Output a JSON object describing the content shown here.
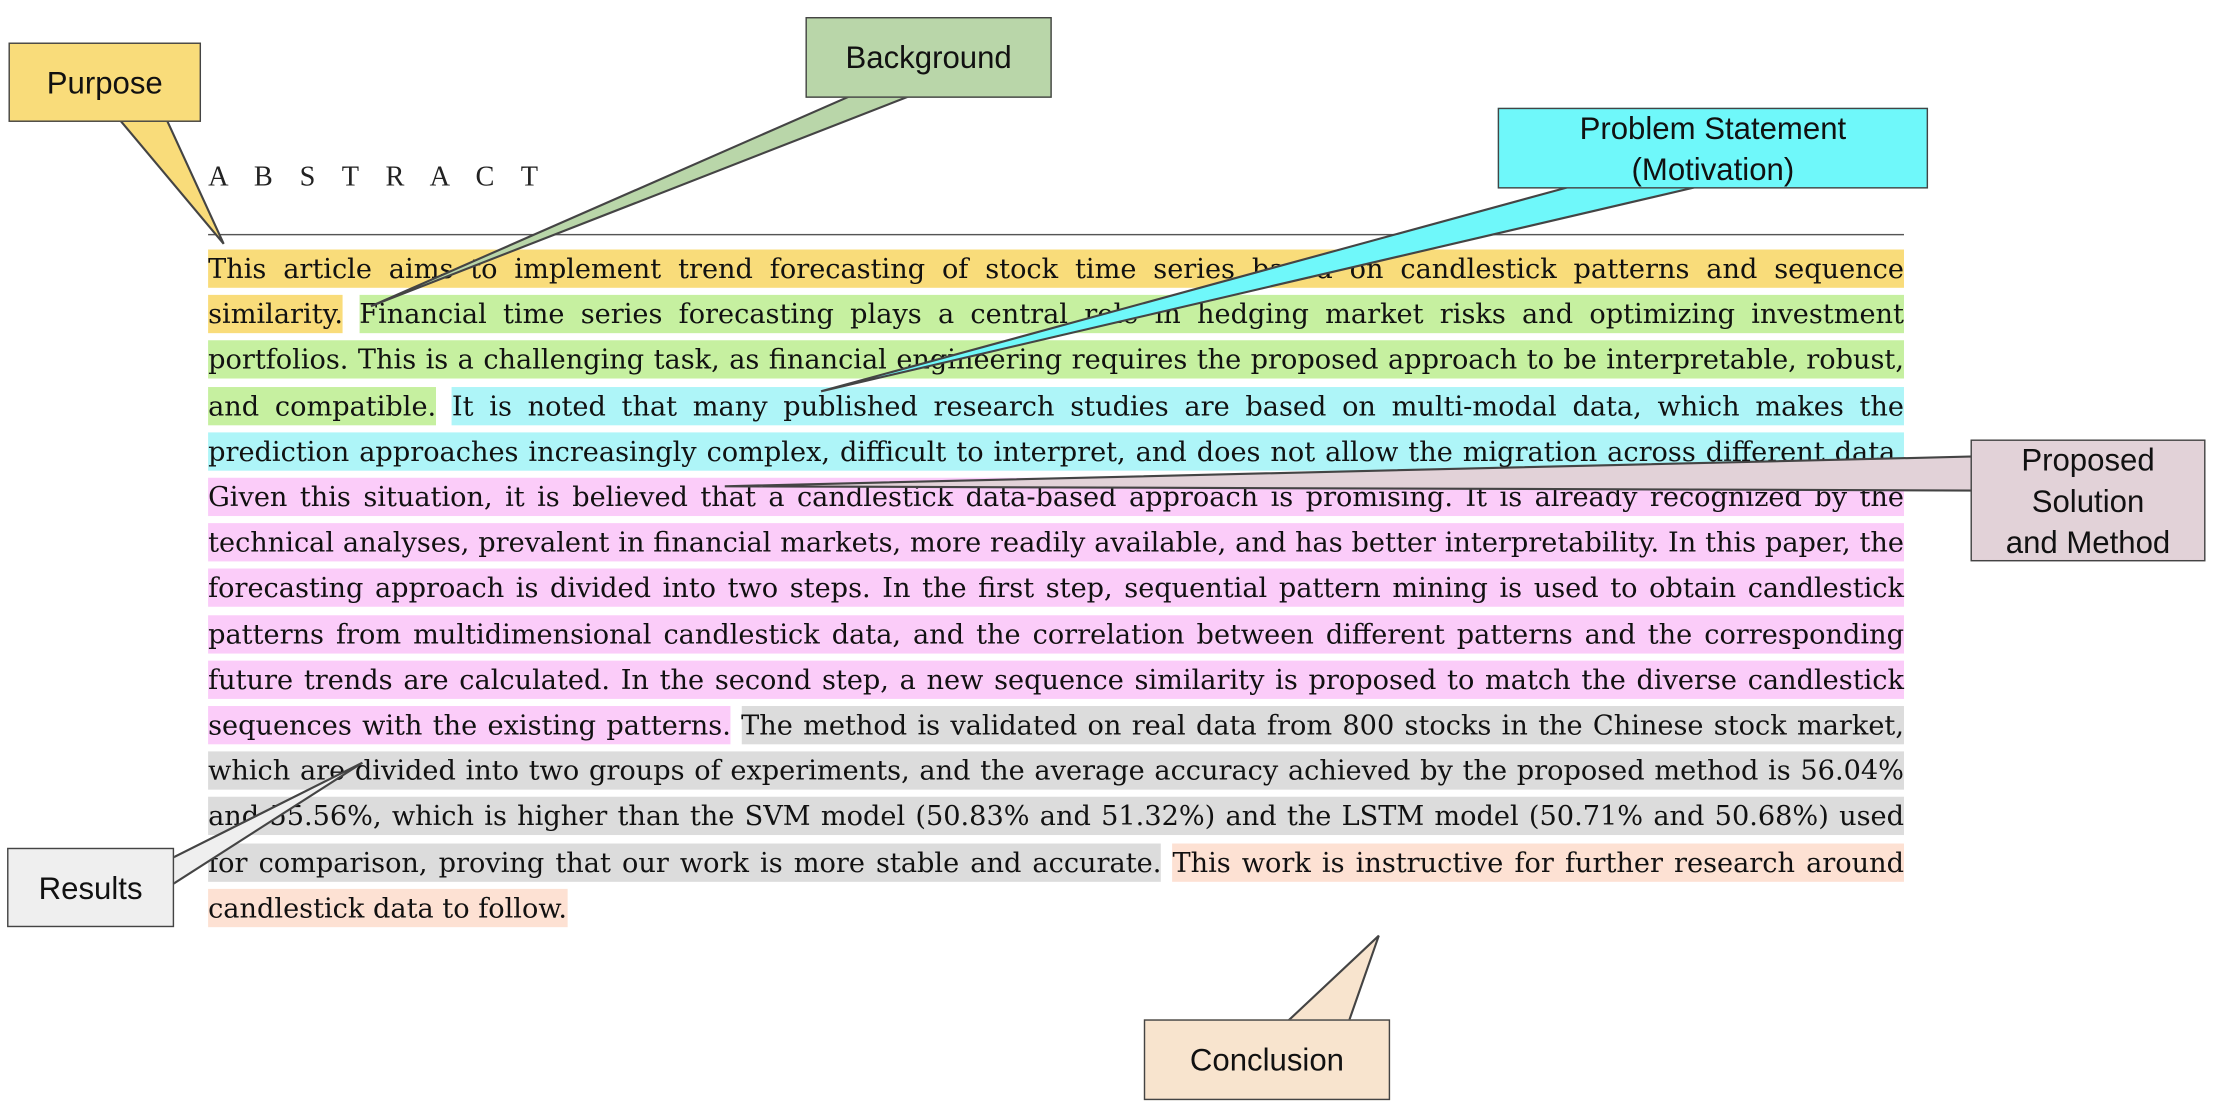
{
  "heading": "A B S T R A C T",
  "colors": {
    "purpose": "#F9DC7A",
    "background": "#B9D6A9",
    "background_text": "#C6F0A0",
    "problem": "#6FF8FA",
    "problem_text": "#AEF5F8",
    "proposed": "#E2D2D8",
    "proposed_text": "#FBCCF9",
    "results": "#EFEFEF",
    "results_text": "#DCDCDC",
    "conclusion": "#F8E4CE",
    "conclusion_text": "#FDE1D3"
  },
  "segments": {
    "purpose": "This article aims to implement trend forecasting of stock time series based on candlestick patterns and sequence similarity.",
    "background": "Financial time series forecasting plays a central role in hedging market risks and optimizing investment portfolios. This is a challenging task, as financial engineering requires the proposed approach to be interpretable, robust, and compatible.",
    "problem": "It is noted that many published research studies are based on multi-modal data, which makes the prediction approaches increasingly complex, difficult to interpret, and does not allow the migration across different data.",
    "proposed": "Given this situation, it is believed that a candlestick data-based approach is promising. It is already recognized by the technical analyses, prevalent in financial markets, more readily available, and has better interpretability. In this paper, the forecasting approach is divided into two steps. In the first step, sequential pattern mining is used to obtain candlestick patterns from multidimensional candlestick data, and the correlation between different patterns and the corresponding future trends are calculated. In the second step, a new sequence similarity is proposed to match the diverse candlestick sequences with the existing patterns.",
    "results": "The method is validated on real data from 800 stocks in the Chinese stock market, which are divided into two groups of experiments, and the average accuracy achieved by the proposed method is 56.04% and 55.56%, which is higher than the SVM model (50.83% and 51.32%) and the LSTM model (50.71% and 50.68%) used for comparison, proving that our work is more stable and accurate.",
    "conclusion": "This work is instructive for further research around candlestick data to follow."
  },
  "labels": {
    "purpose": "Purpose",
    "background": "Background",
    "problem_line1": "Problem Statement",
    "problem_line2": "(Motivation)",
    "proposed_line1": "Proposed",
    "proposed_line2": "Solution",
    "proposed_line3": "and Method",
    "results": "Results",
    "conclusion": "Conclusion"
  }
}
